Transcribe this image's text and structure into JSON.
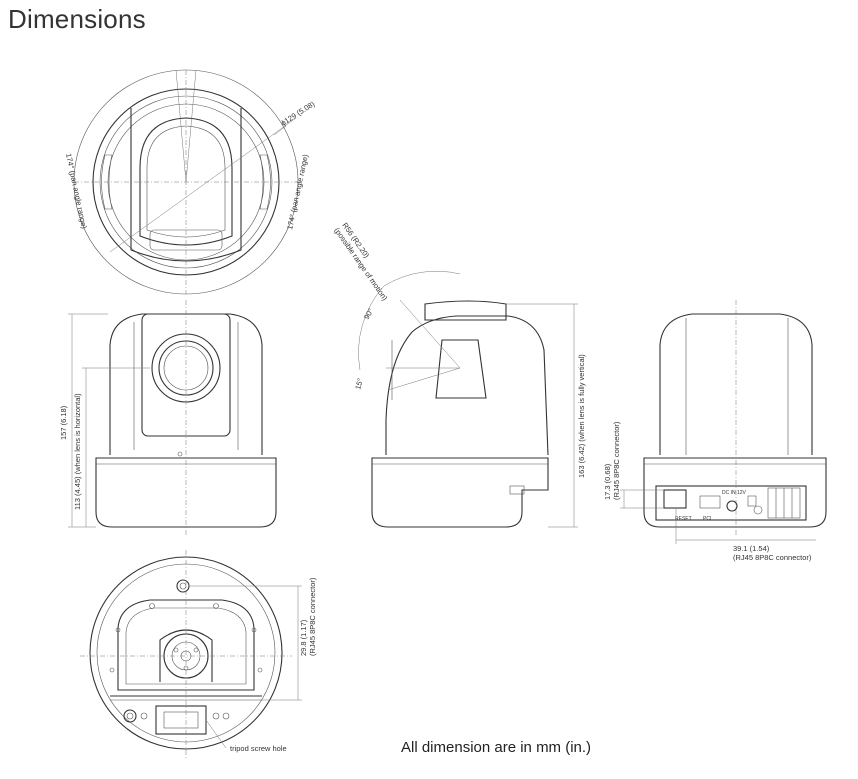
{
  "page": {
    "title": "Dimensions",
    "footnote": "All dimension are in mm (in.)"
  },
  "top_view": {
    "diameter": "ϕ129 (5.08)",
    "pan_left": "174° (pan angle range)",
    "pan_right": "174° (pan angle range)"
  },
  "front_view": {
    "height_total": "157 (6.18)",
    "height_horizontal": "113 (4.45) (when lens is horizontal)"
  },
  "side_view": {
    "radius_label": "R56 (R2.20)",
    "radius_note": "(possible range of motion)",
    "tilt_up": "90°",
    "tilt_down": "15°",
    "height_vertical": "163 (6.42) (when lens is fully vertical)"
  },
  "rear_view": {
    "connector_height": "17.3 (0.68)",
    "connector_height_note": "(RJ45 8P8C connector)",
    "connector_width": "39.1 (1.54)",
    "connector_width_note": "(RJ45 8P8C connector)",
    "port_labels": [
      "RESET",
      "PCI",
      "DC IN 12V"
    ]
  },
  "bottom_view": {
    "connector_offset": "29.8 (1.17)",
    "connector_offset_note": "(RJ45 8P8C connector)",
    "tripod_label": "tripod screw hole"
  }
}
